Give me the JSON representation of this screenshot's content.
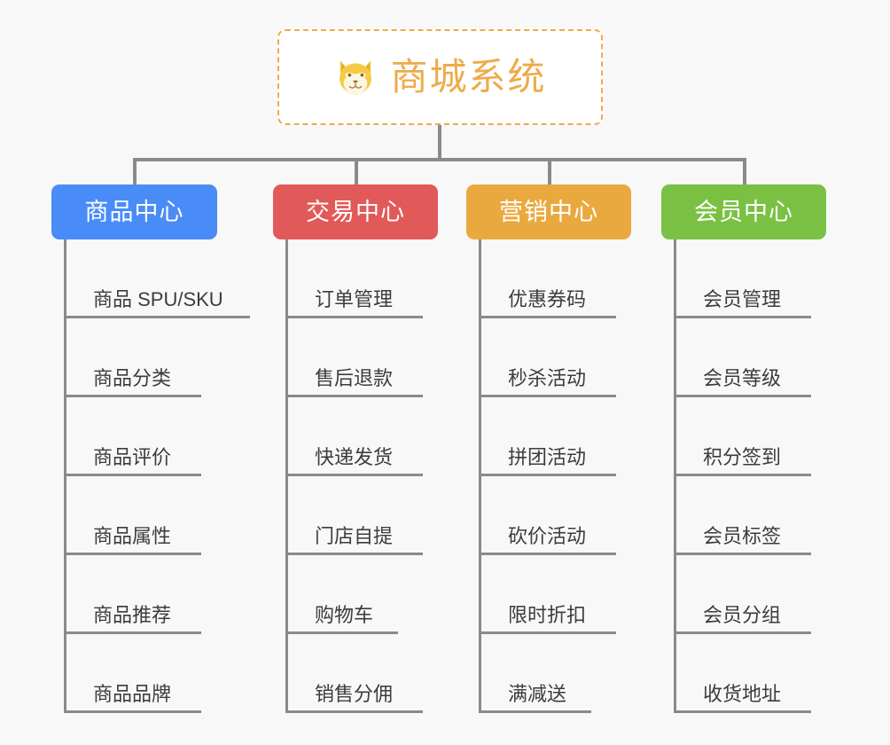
{
  "background_color": "#f8f8f8",
  "connector_color": "#8a8a8a",
  "root": {
    "title": "商城系统",
    "icon": "shiba-dog-face-icon",
    "text_color": "#eeab49",
    "border_color": "#eeab49",
    "background_color": "#ffffff"
  },
  "categories": [
    {
      "label": "商品中心",
      "color": "#4a8cf7",
      "items": [
        {
          "label": "商品 SPU/SKU",
          "underline": "u-wide"
        },
        {
          "label": "商品分类",
          "underline": "u-mid"
        },
        {
          "label": "商品评价",
          "underline": "u-mid"
        },
        {
          "label": "商品属性",
          "underline": "u-mid"
        },
        {
          "label": "商品推荐",
          "underline": "u-mid"
        },
        {
          "label": "商品品牌",
          "underline": "u-mid"
        }
      ]
    },
    {
      "label": "交易中心",
      "color": "#e2595a",
      "items": [
        {
          "label": "订单管理",
          "underline": "u-mid"
        },
        {
          "label": "售后退款",
          "underline": "u-mid"
        },
        {
          "label": "快递发货",
          "underline": "u-mid"
        },
        {
          "label": "门店自提",
          "underline": "u-mid"
        },
        {
          "label": "购物车",
          "underline": "u-narrow"
        },
        {
          "label": "销售分佣",
          "underline": "u-mid"
        }
      ]
    },
    {
      "label": "营销中心",
      "color": "#eaa93f",
      "items": [
        {
          "label": "优惠券码",
          "underline": "u-mid"
        },
        {
          "label": "秒杀活动",
          "underline": "u-mid"
        },
        {
          "label": "拼团活动",
          "underline": "u-mid"
        },
        {
          "label": "砍价活动",
          "underline": "u-mid"
        },
        {
          "label": "限时折扣",
          "underline": "u-mid"
        },
        {
          "label": "满减送",
          "underline": "u-narrow"
        }
      ]
    },
    {
      "label": "会员中心",
      "color": "#7ac143",
      "items": [
        {
          "label": "会员管理",
          "underline": "u-mid"
        },
        {
          "label": "会员等级",
          "underline": "u-mid"
        },
        {
          "label": "积分签到",
          "underline": "u-mid"
        },
        {
          "label": "会员标签",
          "underline": "u-mid"
        },
        {
          "label": "会员分组",
          "underline": "u-mid"
        },
        {
          "label": "收货地址",
          "underline": "u-mid"
        }
      ]
    }
  ]
}
